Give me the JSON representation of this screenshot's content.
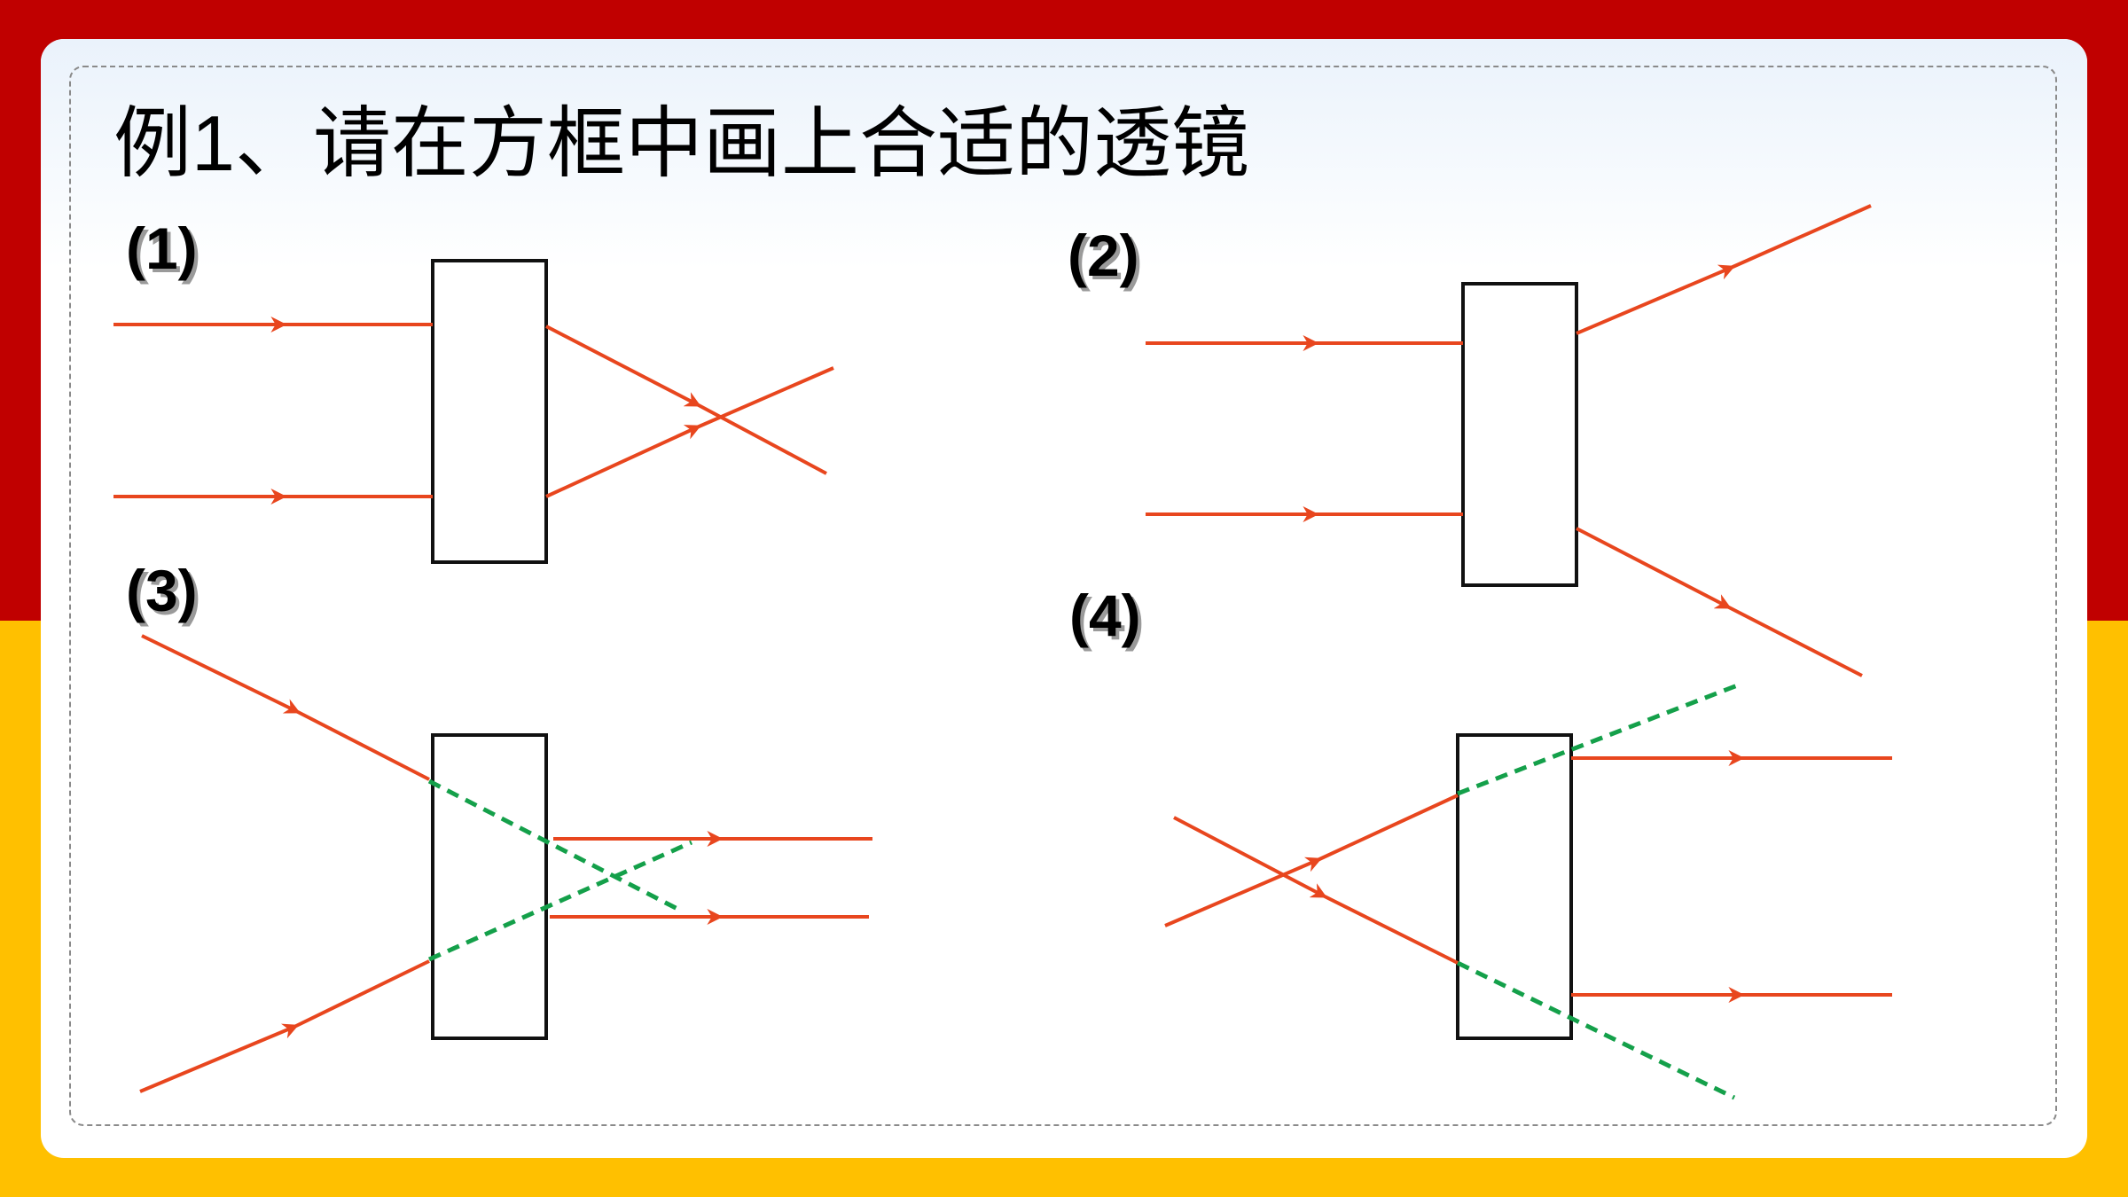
{
  "title": "例1、请在方框中画上合适的透镜",
  "problems": [
    {
      "label": "(1)"
    },
    {
      "label": "(2)"
    },
    {
      "label": "(3)"
    },
    {
      "label": "(4)"
    }
  ],
  "colors": {
    "ray": "#e8461e",
    "extension": "#14a04a",
    "box": "#111111",
    "top_band": "#c00000",
    "bottom_band": "#ffc000"
  }
}
